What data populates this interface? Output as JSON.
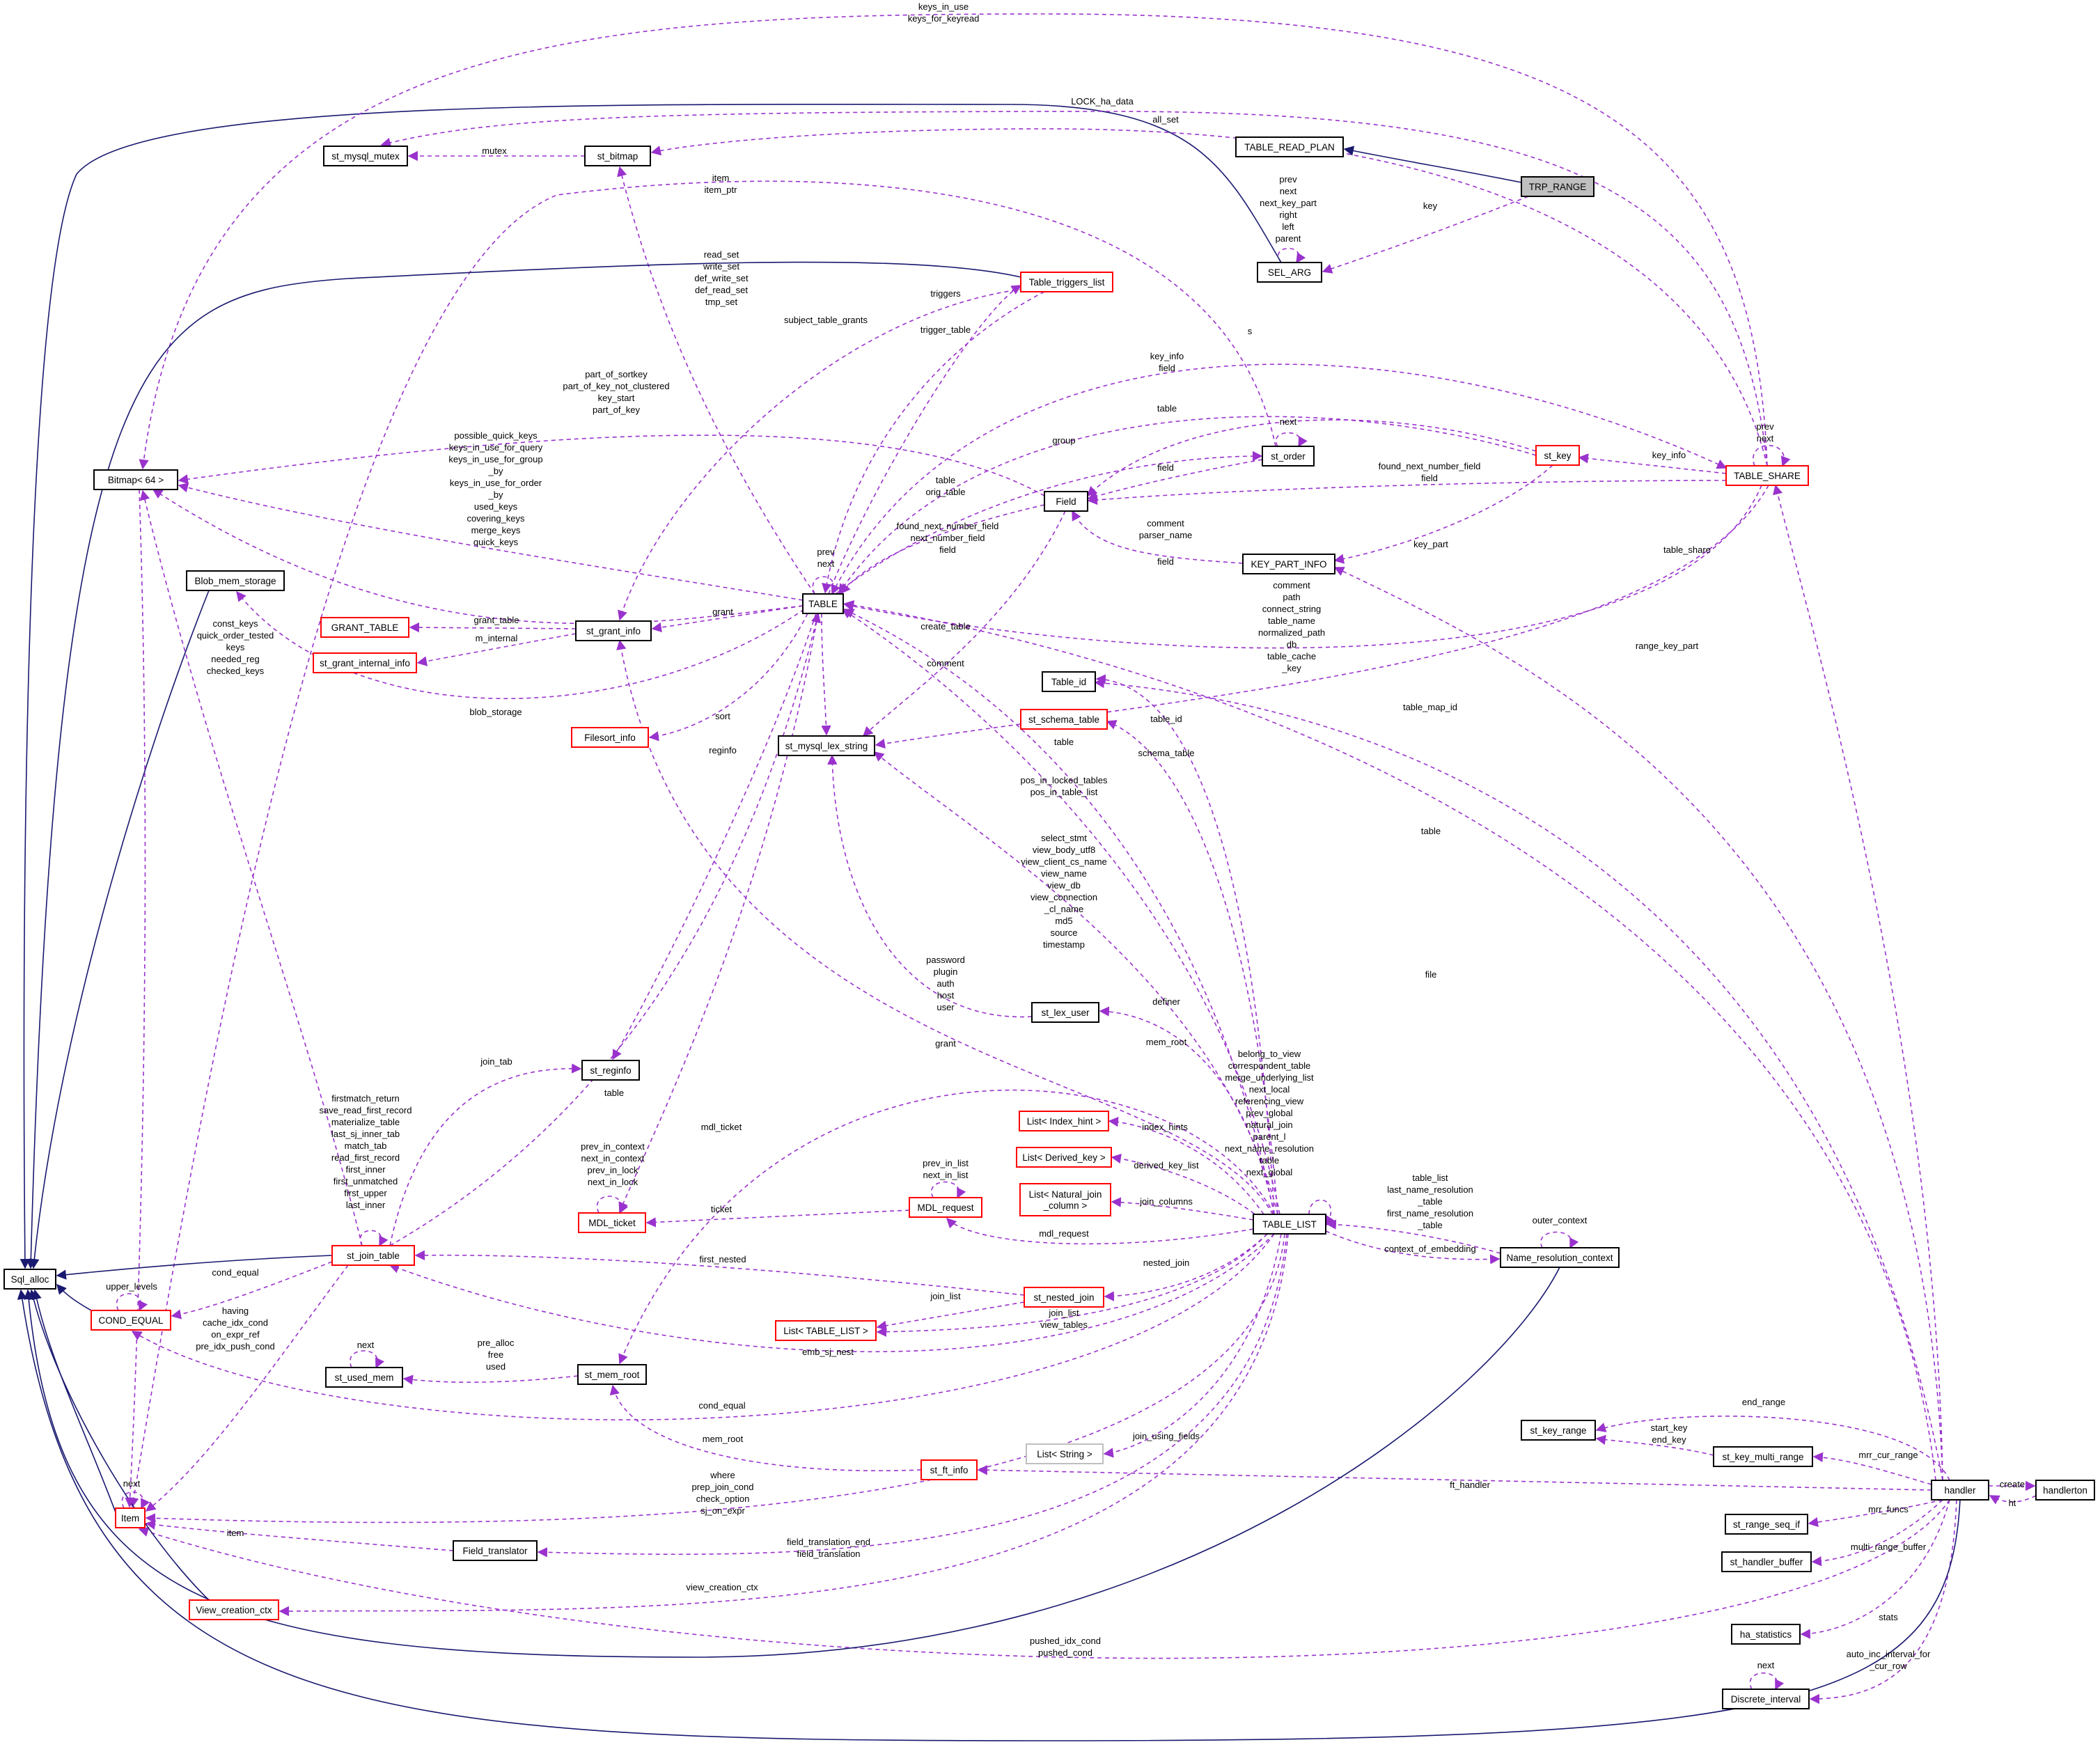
{
  "colors": {
    "usage": "#9a32cd",
    "inheritance": "#191970",
    "node_border": "#000000",
    "node_border_incomplete": "#ff0000",
    "node_border_external": "#bfbfbf",
    "highlight_fill": "#bfbfbf"
  },
  "nodes": [
    {
      "id": "TRP_RANGE",
      "label": "TRP_RANGE",
      "style": "highlight"
    },
    {
      "id": "TABLE_READ_PLAN",
      "label": "TABLE_READ_PLAN",
      "style": "normal"
    },
    {
      "id": "SEL_ARG",
      "label": "SEL_ARG",
      "style": "normal"
    },
    {
      "id": "st_bitmap",
      "label": "st_bitmap",
      "style": "normal"
    },
    {
      "id": "st_mysql_mutex",
      "label": "st_mysql_mutex",
      "style": "normal"
    },
    {
      "id": "Bitmap64",
      "label": "Bitmap< 64 >",
      "style": "normal"
    },
    {
      "id": "Blob_mem_storage",
      "label": "Blob_mem_storage",
      "style": "normal"
    },
    {
      "id": "GRANT_TABLE",
      "label": "GRANT_TABLE",
      "style": "red"
    },
    {
      "id": "st_grant_internal_info",
      "label": "st_grant_internal_info",
      "style": "red"
    },
    {
      "id": "st_grant_info",
      "label": "st_grant_info",
      "style": "normal"
    },
    {
      "id": "TABLE",
      "label": "TABLE",
      "style": "normal"
    },
    {
      "id": "Table_triggers_list",
      "label": "Table_triggers_list",
      "style": "red"
    },
    {
      "id": "st_order",
      "label": "st_order",
      "style": "normal"
    },
    {
      "id": "Field",
      "label": "Field",
      "style": "normal"
    },
    {
      "id": "st_key",
      "label": "st_key",
      "style": "red"
    },
    {
      "id": "TABLE_SHARE",
      "label": "TABLE_SHARE",
      "style": "red"
    },
    {
      "id": "KEY_PART_INFO",
      "label": "KEY_PART_INFO",
      "style": "normal"
    },
    {
      "id": "Table_id",
      "label": "Table_id",
      "style": "normal"
    },
    {
      "id": "st_schema_table",
      "label": "st_schema_table",
      "style": "red"
    },
    {
      "id": "Filesort_info",
      "label": "Filesort_info",
      "style": "red"
    },
    {
      "id": "st_mysql_lex_string",
      "label": "st_mysql_lex_string",
      "style": "normal"
    },
    {
      "id": "st_lex_user",
      "label": "st_lex_user",
      "style": "normal"
    },
    {
      "id": "st_reginfo",
      "label": "st_reginfo",
      "style": "normal"
    },
    {
      "id": "Sql_alloc",
      "label": "Sql_alloc",
      "style": "normal"
    },
    {
      "id": "st_join_table",
      "label": "st_join_table",
      "style": "red"
    },
    {
      "id": "COND_EQUAL",
      "label": "COND_EQUAL",
      "style": "red"
    },
    {
      "id": "MDL_ticket",
      "label": "MDL_ticket",
      "style": "red"
    },
    {
      "id": "MDL_request",
      "label": "MDL_request",
      "style": "red"
    },
    {
      "id": "List_Index_hint",
      "label": "List< Index_hint >",
      "style": "red"
    },
    {
      "id": "List_Derived_key",
      "label": "List< Derived_key >",
      "style": "red"
    },
    {
      "id": "List_Natural_join_column",
      "label": "List< Natural_join\n_column >",
      "style": "red"
    },
    {
      "id": "TABLE_LIST",
      "label": "TABLE_LIST",
      "style": "normal"
    },
    {
      "id": "Name_resolution_context",
      "label": "Name_resolution_context",
      "style": "normal"
    },
    {
      "id": "st_nested_join",
      "label": "st_nested_join",
      "style": "red"
    },
    {
      "id": "List_TABLE_LIST",
      "label": "List< TABLE_LIST >",
      "style": "red"
    },
    {
      "id": "st_used_mem",
      "label": "st_used_mem",
      "style": "normal"
    },
    {
      "id": "st_mem_root",
      "label": "st_mem_root",
      "style": "normal"
    },
    {
      "id": "List_String",
      "label": "List< String >",
      "style": "gray"
    },
    {
      "id": "st_ft_info",
      "label": "st_ft_info",
      "style": "red"
    },
    {
      "id": "Item",
      "label": "Item",
      "style": "red"
    },
    {
      "id": "Field_translator",
      "label": "Field_translator",
      "style": "normal"
    },
    {
      "id": "View_creation_ctx",
      "label": "View_creation_ctx",
      "style": "red"
    },
    {
      "id": "st_key_range",
      "label": "st_key_range",
      "style": "normal"
    },
    {
      "id": "st_key_multi_range",
      "label": "st_key_multi_range",
      "style": "normal"
    },
    {
      "id": "handler",
      "label": "handler",
      "style": "normal"
    },
    {
      "id": "handlerton",
      "label": "handlerton",
      "style": "normal"
    },
    {
      "id": "st_range_seq_if",
      "label": "st_range_seq_if",
      "style": "normal"
    },
    {
      "id": "st_handler_buffer",
      "label": "st_handler_buffer",
      "style": "normal"
    },
    {
      "id": "ha_statistics",
      "label": "ha_statistics",
      "style": "normal"
    },
    {
      "id": "Discrete_interval",
      "label": "Discrete_interval",
      "style": "normal"
    }
  ],
  "edge_labels": [
    {
      "id": "l_keys_in_use",
      "text": "keys_in_use\nkeys_for_keyread"
    },
    {
      "id": "l_lock_ha_data",
      "text": "LOCK_ha_data"
    },
    {
      "id": "l_all_set",
      "text": "all_set"
    },
    {
      "id": "l_mutex",
      "text": "mutex"
    },
    {
      "id": "l_item",
      "text": "item\nitem_ptr"
    },
    {
      "id": "l_sel_arg_self",
      "text": "prev\nnext\nnext_key_part\nright\nleft\nparent"
    },
    {
      "id": "l_key",
      "text": "key"
    },
    {
      "id": "l_read_set",
      "text": "read_set\nwrite_set\ndef_write_set\ndef_read_set\ntmp_set"
    },
    {
      "id": "l_triggers",
      "text": "triggers"
    },
    {
      "id": "l_subject_table_grants",
      "text": "subject_table_grants"
    },
    {
      "id": "l_trigger_table",
      "text": "trigger_table"
    },
    {
      "id": "l_s",
      "text": "s"
    },
    {
      "id": "l_part_of_sortkey",
      "text": "part_of_sortkey\npart_of_key_not_clustered\nkey_start\npart_of_key"
    },
    {
      "id": "l_key_info",
      "text": "key_info\nfield"
    },
    {
      "id": "l_table_stkey",
      "text": "table"
    },
    {
      "id": "l_order_next",
      "text": "next"
    },
    {
      "id": "l_share_self",
      "text": "prev\nnext"
    },
    {
      "id": "l_possible_quick_keys",
      "text": "possible_quick_keys\nkeys_in_use_for_query\nkeys_in_use_for_group\n_by\nkeys_in_use_for_order\n_by\nused_keys\ncovering_keys\nmerge_keys\nquick_keys"
    },
    {
      "id": "l_group",
      "text": "group"
    },
    {
      "id": "l_field_order",
      "text": "field"
    },
    {
      "id": "l_found_next_number_field",
      "text": "found_next_number_field\nfield"
    },
    {
      "id": "l_key_info_share",
      "text": "key_info"
    },
    {
      "id": "l_table_orig",
      "text": "table\norig_table"
    },
    {
      "id": "l_comment_parser",
      "text": "comment\nparser_name"
    },
    {
      "id": "l_key_part",
      "text": "key_part"
    },
    {
      "id": "l_found_next_table",
      "text": "found_next_number_field\nnext_number_field\nfield"
    },
    {
      "id": "l_table_self",
      "text": "prev\nnext"
    },
    {
      "id": "l_field_kpi",
      "text": "field"
    },
    {
      "id": "l_table_share",
      "text": "table_share"
    },
    {
      "id": "l_const_keys",
      "text": "const_keys\nquick_order_tested\nkeys\nneeded_reg\nchecked_keys"
    },
    {
      "id": "l_grant_table",
      "text": "grant_table"
    },
    {
      "id": "l_m_internal",
      "text": "m_internal"
    },
    {
      "id": "l_grant",
      "text": "grant"
    },
    {
      "id": "l_create_table",
      "text": "create_table"
    },
    {
      "id": "l_comment_path",
      "text": "comment\npath\nconnect_string\ntable_name\nnormalized_path\ndb\ntable_cache\n_key"
    },
    {
      "id": "l_range_key_part",
      "text": "range_key_part"
    },
    {
      "id": "l_comment_lex",
      "text": "comment"
    },
    {
      "id": "l_blob_storage",
      "text": "blob_storage"
    },
    {
      "id": "l_sort",
      "text": "sort"
    },
    {
      "id": "l_table_map_id",
      "text": "table_map_id"
    },
    {
      "id": "l_table_id",
      "text": "table_id"
    },
    {
      "id": "l_reginfo",
      "text": "reginfo"
    },
    {
      "id": "l_table_schema",
      "text": "table"
    },
    {
      "id": "l_schema_table",
      "text": "schema_table"
    },
    {
      "id": "l_pos_in_locked",
      "text": "pos_in_locked_tables\npos_in_table_list"
    },
    {
      "id": "l_table_handler",
      "text": "table"
    },
    {
      "id": "l_select_stmt",
      "text": "select_stmt\nview_body_utf8\nview_client_cs_name\nview_name\nview_db\nview_connection\n_cl_name\nmd5\nsource\ntimestamp"
    },
    {
      "id": "l_file",
      "text": "file"
    },
    {
      "id": "l_password",
      "text": "password\nplugin\nauth\nhost\nuser"
    },
    {
      "id": "l_definer",
      "text": "definer"
    },
    {
      "id": "l_mem_root_tl",
      "text": "mem_root"
    },
    {
      "id": "l_grant_tl",
      "text": "grant"
    },
    {
      "id": "l_join_tab",
      "text": "join_tab"
    },
    {
      "id": "l_belong_to_view",
      "text": "belong_to_view\ncorrespondent_table\nmerge_underlying_list\nnext_local\nreferencing_view\nprev_global\nnatural_join\nparent_l\nnext_name_resolution\ntable\nnext_global"
    },
    {
      "id": "l_firstmatch",
      "text": "firstmatch_return\nsave_read_first_record\nmaterialize_table\nlast_sj_inner_tab\nmatch_tab\nread_first_record\nfirst_inner\nfirst_unmatched\nfirst_upper\nlast_inner"
    },
    {
      "id": "l_table_join",
      "text": "table"
    },
    {
      "id": "l_mdl_ticket",
      "text": "mdl_ticket"
    },
    {
      "id": "l_index_hints",
      "text": "index_hints"
    },
    {
      "id": "l_mdl_ticket_self",
      "text": "prev_in_context\nnext_in_context\nprev_in_lock\nnext_in_lock"
    },
    {
      "id": "l_mdl_request_self",
      "text": "prev_in_list\nnext_in_list"
    },
    {
      "id": "l_derived_key_list",
      "text": "derived_key_list"
    },
    {
      "id": "l_table_list_names",
      "text": "table_list\nlast_name_resolution\n_table\nfirst_name_resolution\n_table"
    },
    {
      "id": "l_outer_context",
      "text": "outer_context"
    },
    {
      "id": "l_join_columns",
      "text": "join_columns"
    },
    {
      "id": "l_ticket",
      "text": "ticket"
    },
    {
      "id": "l_mdl_request",
      "text": "mdl_request"
    },
    {
      "id": "l_context_of_embedding",
      "text": "context_of_embedding"
    },
    {
      "id": "l_first_nested",
      "text": "first_nested"
    },
    {
      "id": "l_nested_join",
      "text": "nested_join"
    },
    {
      "id": "l_upper_levels",
      "text": "upper_levels"
    },
    {
      "id": "l_cond_equal_jt",
      "text": "cond_equal"
    },
    {
      "id": "l_join_list",
      "text": "join_list"
    },
    {
      "id": "l_join_list_view",
      "text": "join_list\nview_tables"
    },
    {
      "id": "l_having",
      "text": "having\ncache_idx_cond\non_expr_ref\npre_idx_push_cond"
    },
    {
      "id": "l_emb_sj_nest",
      "text": "emb_sj_nest"
    },
    {
      "id": "l_used_mem_next",
      "text": "next"
    },
    {
      "id": "l_pre_alloc",
      "text": "pre_alloc\nfree\nused"
    },
    {
      "id": "l_cond_equal_tl",
      "text": "cond_equal"
    },
    {
      "id": "l_end_range",
      "text": "end_range"
    },
    {
      "id": "l_join_using_fields",
      "text": "join_using_fields"
    },
    {
      "id": "l_start_key",
      "text": "start_key\nend_key"
    },
    {
      "id": "l_mem_root_ft",
      "text": "mem_root"
    },
    {
      "id": "l_mrr_cur_range",
      "text": "mrr_cur_range"
    },
    {
      "id": "l_item_next",
      "text": "next"
    },
    {
      "id": "l_where",
      "text": "where\nprep_join_cond\ncheck_option\nsj_on_expr"
    },
    {
      "id": "l_ft_handler",
      "text": "ft_handler"
    },
    {
      "id": "l_create",
      "text": "create"
    },
    {
      "id": "l_ht",
      "text": "ht"
    },
    {
      "id": "l_item_ft",
      "text": "item"
    },
    {
      "id": "l_mrr_funcs",
      "text": "mrr_funcs"
    },
    {
      "id": "l_field_translation",
      "text": "field_translation_end\nfield_translation"
    },
    {
      "id": "l_multi_range_buffer",
      "text": "multi_range_buffer"
    },
    {
      "id": "l_view_creation_ctx",
      "text": "view_creation_ctx"
    },
    {
      "id": "l_stats",
      "text": "stats"
    },
    {
      "id": "l_pushed_idx_cond",
      "text": "pushed_idx_cond\npushed_cond"
    },
    {
      "id": "l_auto_inc",
      "text": "auto_inc_interval_for\n_cur_row"
    },
    {
      "id": "l_discrete_next",
      "text": "next"
    }
  ]
}
